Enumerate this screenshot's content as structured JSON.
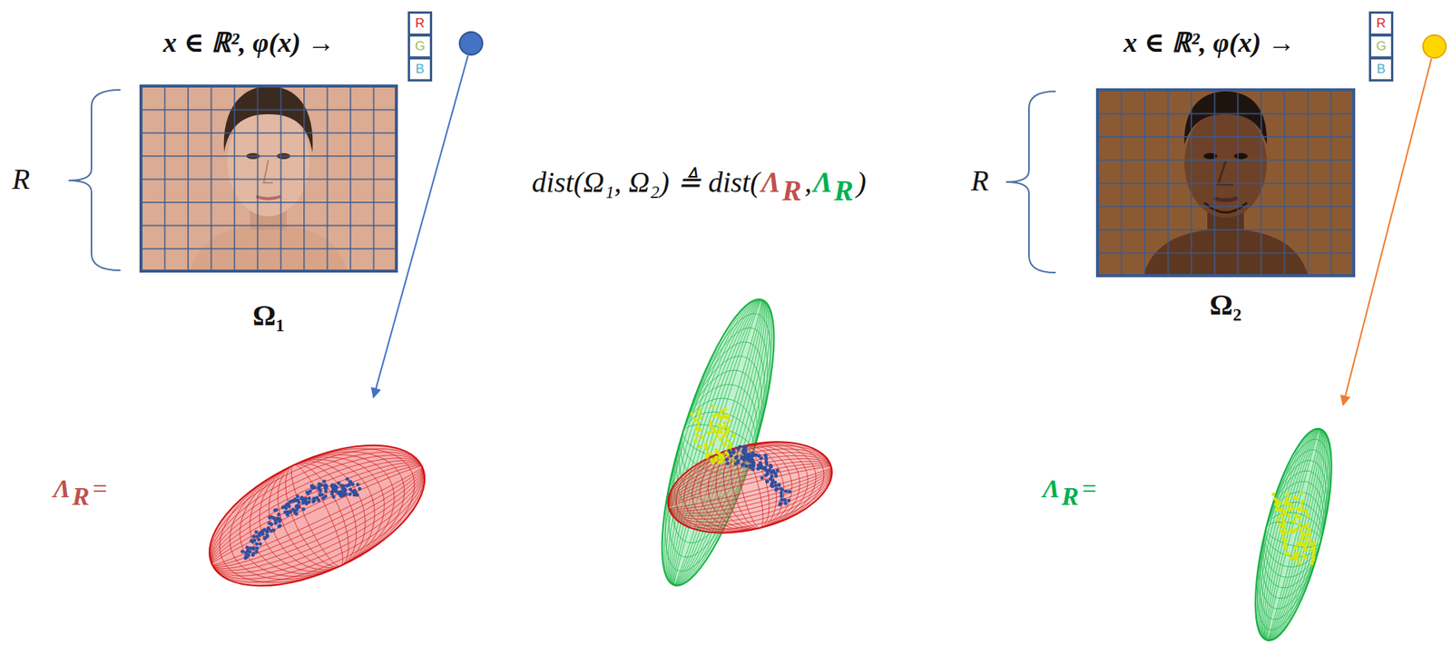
{
  "diagram": {
    "nodes": [
      {
        "text": [
          "R"
        ]
      },
      {
        "text": [
          "G"
        ]
      },
      {
        "text": [
          "B"
        ]
      },
      {
        "text": [
          "R"
        ]
      },
      {
        "text": [
          "G"
        ]
      },
      {
        "text": [
          "B"
        ]
      },
      {
        "text": [
          "Ω₁"
        ]
      },
      {
        "text": [
          "Ω₂"
        ]
      }
    ],
    "labels": [
      "x ∈ ℝ², φ(x) →",
      "x ∈ ℝ², φ(x) →",
      "R",
      "dist(Ω₁, Ω₂) ≜ dist(",
      "Λ",
      "R",
      ",",
      "Λ",
      "R",
      ")",
      "R",
      "Λ",
      "R",
      "=",
      "Λ",
      "R",
      "="
    ]
  }
}
